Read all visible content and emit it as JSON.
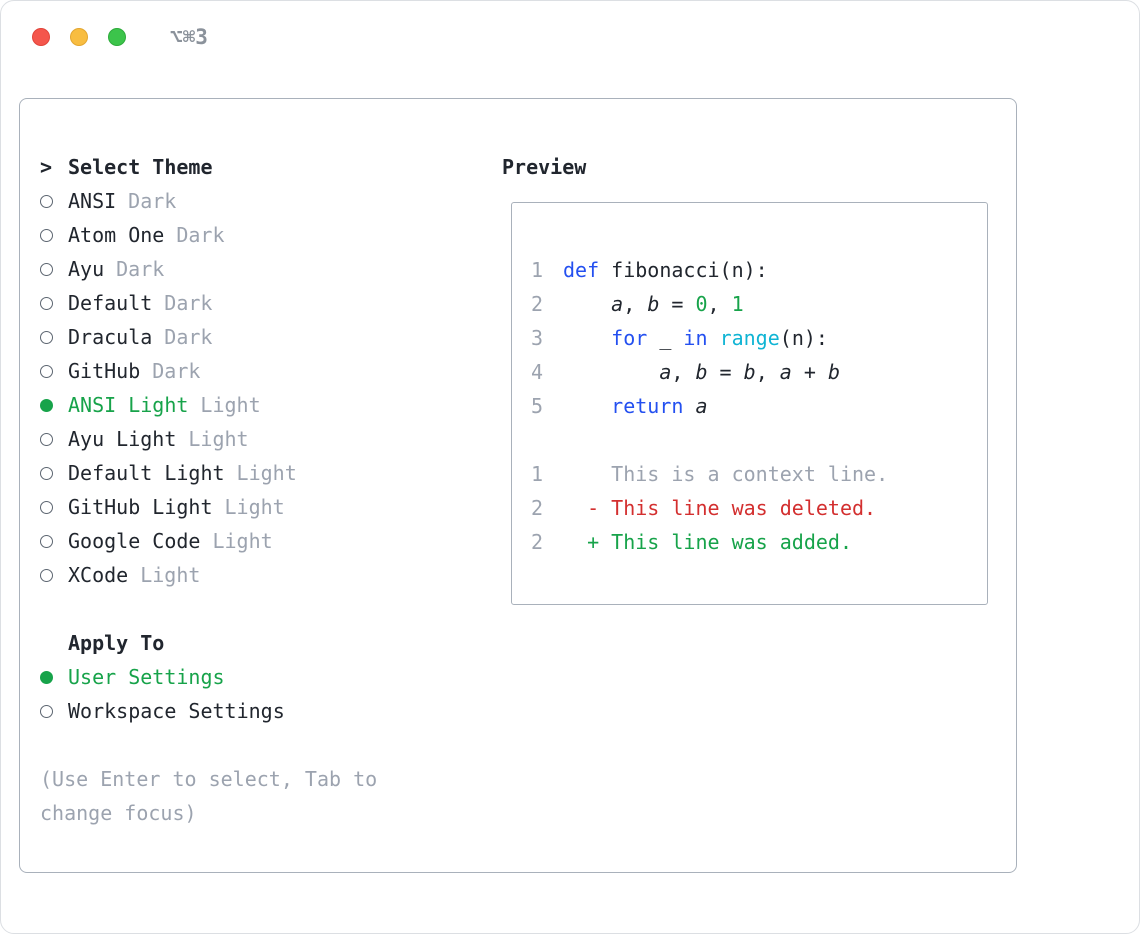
{
  "window": {
    "shortcut": "⌥⌘3"
  },
  "theme_picker": {
    "title_prefix": ">",
    "title": "Select Theme",
    "items": [
      {
        "name": "ANSI",
        "variant": "Dark",
        "selected": false
      },
      {
        "name": "Atom One",
        "variant": "Dark",
        "selected": false
      },
      {
        "name": "Ayu",
        "variant": "Dark",
        "selected": false
      },
      {
        "name": "Default",
        "variant": "Dark",
        "selected": false
      },
      {
        "name": "Dracula",
        "variant": "Dark",
        "selected": false
      },
      {
        "name": "GitHub",
        "variant": "Dark",
        "selected": false
      },
      {
        "name": "ANSI Light",
        "variant": "Light",
        "selected": true
      },
      {
        "name": "Ayu Light",
        "variant": "Light",
        "selected": false
      },
      {
        "name": "Default Light",
        "variant": "Light",
        "selected": false
      },
      {
        "name": "GitHub Light",
        "variant": "Light",
        "selected": false
      },
      {
        "name": "Google Code",
        "variant": "Light",
        "selected": false
      },
      {
        "name": "XCode",
        "variant": "Light",
        "selected": false
      }
    ]
  },
  "apply_to": {
    "title": "Apply To",
    "options": [
      {
        "label": "User Settings",
        "selected": true
      },
      {
        "label": "Workspace Settings",
        "selected": false
      }
    ]
  },
  "hint": "(Use Enter to select, Tab to change focus)",
  "preview": {
    "title": "Preview",
    "code_lines": [
      {
        "num": "1",
        "tokens": [
          {
            "t": "def",
            "s": "keyword"
          },
          {
            "t": " fibonacci(n):",
            "s": "plain"
          }
        ]
      },
      {
        "num": "2",
        "tokens": [
          {
            "t": "    ",
            "s": "plain"
          },
          {
            "t": "a",
            "s": "variable"
          },
          {
            "t": ", ",
            "s": "plain"
          },
          {
            "t": "b",
            "s": "variable"
          },
          {
            "t": " = ",
            "s": "plain"
          },
          {
            "t": "0",
            "s": "number"
          },
          {
            "t": ", ",
            "s": "plain"
          },
          {
            "t": "1",
            "s": "number"
          }
        ]
      },
      {
        "num": "3",
        "tokens": [
          {
            "t": "    ",
            "s": "plain"
          },
          {
            "t": "for",
            "s": "keyword"
          },
          {
            "t": " _ ",
            "s": "plain"
          },
          {
            "t": "in",
            "s": "keyword"
          },
          {
            "t": " ",
            "s": "plain"
          },
          {
            "t": "range",
            "s": "function"
          },
          {
            "t": "(n):",
            "s": "plain"
          }
        ]
      },
      {
        "num": "4",
        "tokens": [
          {
            "t": "        ",
            "s": "plain"
          },
          {
            "t": "a",
            "s": "variable"
          },
          {
            "t": ", ",
            "s": "plain"
          },
          {
            "t": "b",
            "s": "variable"
          },
          {
            "t": " = ",
            "s": "plain"
          },
          {
            "t": "b",
            "s": "variable"
          },
          {
            "t": ", ",
            "s": "plain"
          },
          {
            "t": "a",
            "s": "variable"
          },
          {
            "t": " + ",
            "s": "plain"
          },
          {
            "t": "b",
            "s": "variable"
          }
        ]
      },
      {
        "num": "5",
        "tokens": [
          {
            "t": "    ",
            "s": "plain"
          },
          {
            "t": "return",
            "s": "keyword"
          },
          {
            "t": " ",
            "s": "plain"
          },
          {
            "t": "a",
            "s": "variable"
          }
        ]
      }
    ],
    "diff_lines": [
      {
        "num": "1",
        "kind": "context",
        "text": "    This is a context line."
      },
      {
        "num": "2",
        "kind": "deleted",
        "text": "  - This line was deleted."
      },
      {
        "num": "2",
        "kind": "added",
        "text": "  + This line was added."
      }
    ]
  },
  "colors": {
    "accent_green": "#17a34a",
    "keyword_blue": "#2450f0",
    "function_cyan": "#0fb4d4",
    "deleted_red": "#d32f2f",
    "muted_gray": "#9ca3af"
  }
}
